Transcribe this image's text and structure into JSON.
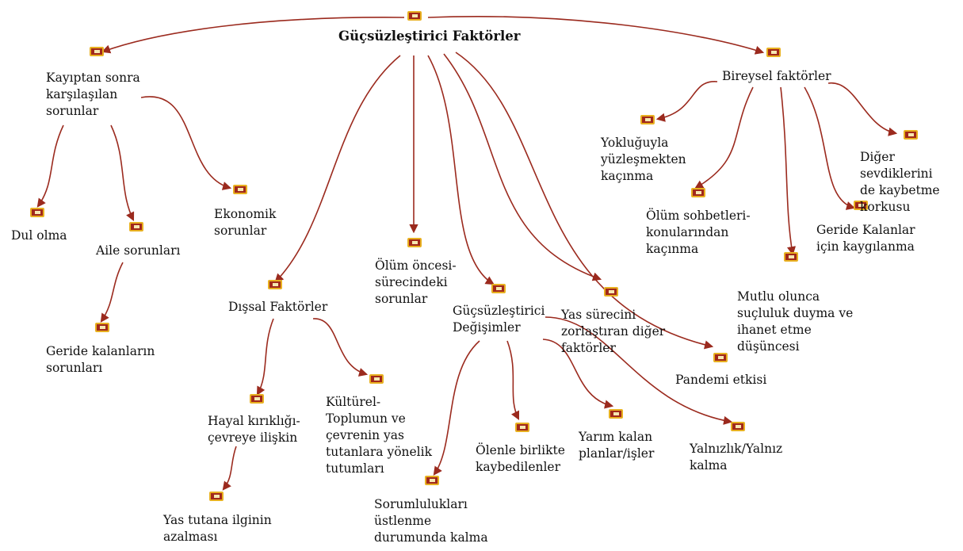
{
  "colors": {
    "edge": "#9b2a1e",
    "icon_fill": "#a1281b",
    "icon_border": "#e8b020"
  },
  "icon": "memo-node-icon",
  "nodes": {
    "root": "Güçsüzleştirici Faktörler",
    "kayiptan": "Kayıptan sonra\nkarşılaşılan\nsorunlar",
    "dul": "Dul olma",
    "aile": "Aile sorunları",
    "geride_kalanlarin": "Geride kalanların\nsorunları",
    "ekonomik": "Ekonomik\nsorunlar",
    "dissal": "Dışsal Faktörler",
    "hayal": "Hayal kırıklığı-\nçevreye ilişkin",
    "yas_tutana": "Yas tutana ilginin\nazalması",
    "kulturel": "Kültürel-\nToplumun ve\nçevrenin yas\ntutanlara yönelik\ntutumları",
    "olum_oncesi": "Ölüm öncesi-\nsürecindeki\nsorunlar",
    "degisimler": "Güçsüzleştirici\nDeğişimler",
    "sorumluluklari": "Sorumlulukları\nüstlenme\ndurumunda kalma",
    "olenle": "Ölenle birlikte\nkaybedilenler",
    "yarim": "Yarım kalan\nplanlar/işler",
    "yalnizlik": "Yalnızlık/Yalnız\nkalma",
    "yas_sureci": "Yas sürecini\nzorlaştıran diğer\nfaktörler",
    "pandemi": "Pandemi etkisi",
    "bireysel": "Bireysel faktörler",
    "yoklugu": "Yokluğuyla\nyüzleşmekten\nkaçınma",
    "olum_sohbet": "Ölüm sohbetleri-\nkonularından\nkaçınma",
    "mutlu": "Mutlu olunca\nsuçluluk duyma ve\nihanet etme\ndüşüncesi",
    "geride_kalanlar_icin": "Geride Kalanlar\niçin kaygılanma",
    "diger_sevdikleri": "Diğer sevdiklerini\nde kaybetme\nkorkusu"
  }
}
